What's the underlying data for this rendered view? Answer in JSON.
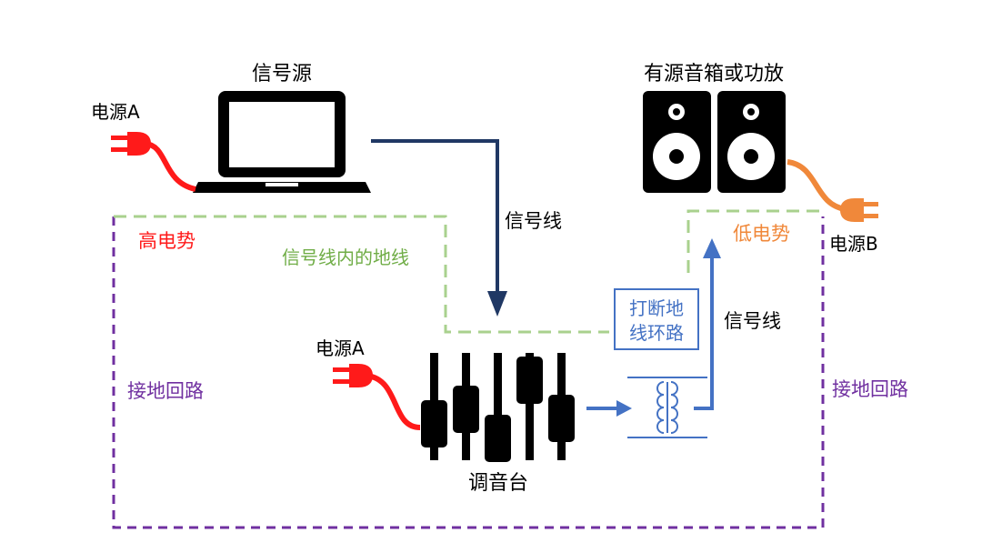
{
  "colors": {
    "red": "#ff1a1a",
    "orange": "#f0883a",
    "navy": "#203864",
    "blue": "#4472c4",
    "green": "#a9d18e",
    "purple": "#7030a0",
    "black": "#000000"
  },
  "labels": {
    "signal_source": "信号源",
    "power_a_top": "电源A",
    "powered_speakers": "有源音箱或功放",
    "power_b": "电源B",
    "high_potential": "高电势",
    "low_potential": "低电势",
    "signal_ground": "信号线内的地线",
    "signal_line_left": "信号线",
    "signal_line_right": "信号线",
    "break_loop_line1": "打断地",
    "break_loop_line2": "线环路",
    "power_a_mixer": "电源A",
    "ground_loop_left": "接地回路",
    "ground_loop_right": "接地回路",
    "mixer": "调音台"
  },
  "icons": {
    "laptop": "laptop-icon",
    "speakers": "speaker-icon",
    "mixer": "mixer-faders-icon",
    "plug": "power-plug-icon",
    "transformer": "isolation-transformer-icon"
  }
}
